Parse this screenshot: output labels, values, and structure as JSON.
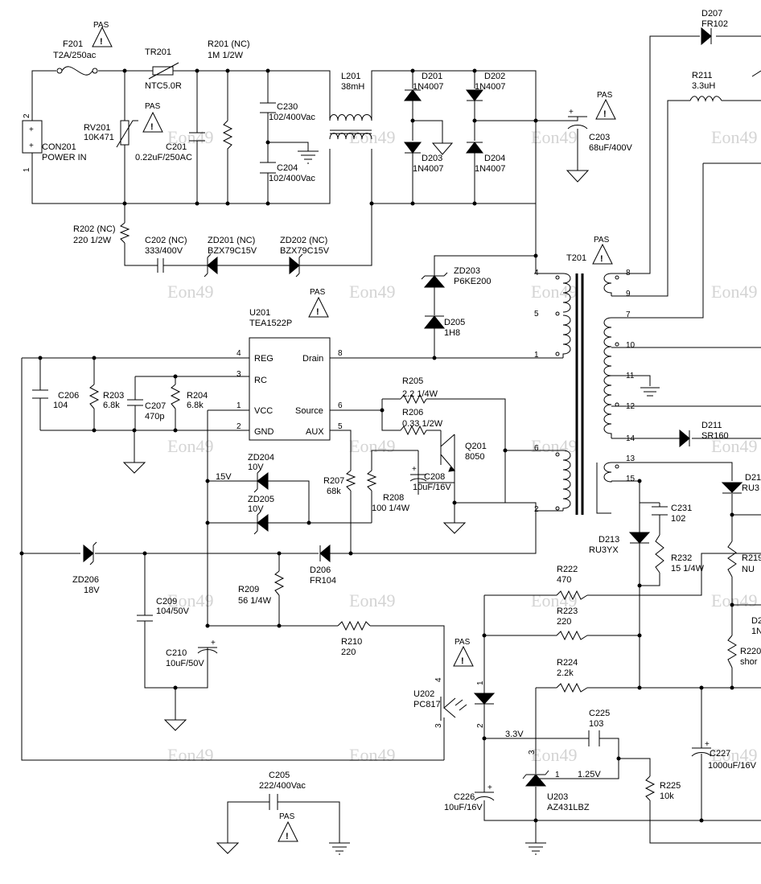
{
  "warning_symbol": "PAS",
  "watermark": "Eon49",
  "watermarks_count_note": "",
  "components": {
    "F201": {
      "ref": "F201",
      "value": "T2A/250ac"
    },
    "TR201": {
      "ref": "TR201",
      "value": "NTC5.0R"
    },
    "R201": {
      "ref": "R201 (NC)",
      "value": "1M 1/2W"
    },
    "RV201": {
      "ref": "RV201",
      "value": "10K471"
    },
    "C201": {
      "ref": "C201",
      "value": "0.22uF/250AC"
    },
    "C230": {
      "ref": "C230",
      "value": "102/400Vac"
    },
    "C204": {
      "ref": "C204",
      "value": "102/400Vac"
    },
    "L201": {
      "ref": "L201",
      "value": "38mH"
    },
    "D201": {
      "ref": "D201",
      "value": "1N4007"
    },
    "D202": {
      "ref": "D202",
      "value": "1N4007"
    },
    "D203": {
      "ref": "D203",
      "value": "1N4007"
    },
    "D204": {
      "ref": "D204",
      "value": "1N4007"
    },
    "C203": {
      "ref": "C203",
      "value": "68uF/400V"
    },
    "CON201": {
      "ref": "CON201",
      "value": "POWER IN"
    },
    "R202": {
      "ref": "R202 (NC)",
      "value": "220 1/2W"
    },
    "C202": {
      "ref": "C202 (NC)",
      "value": "333/400V"
    },
    "ZD201": {
      "ref": "ZD201 (NC)",
      "value": "BZX79C15V"
    },
    "ZD202": {
      "ref": "ZD202 (NC)",
      "value": "BZX79C15V"
    },
    "ZD203": {
      "ref": "ZD203",
      "value": "P6KE200"
    },
    "D205": {
      "ref": "D205",
      "value": "1H8"
    },
    "U201": {
      "ref": "U201",
      "value": "TEA1522P"
    },
    "C206": {
      "ref": "C206",
      "value": "104"
    },
    "R203": {
      "ref": "R203",
      "value": "6.8k"
    },
    "C207": {
      "ref": "C207",
      "value": "470p"
    },
    "R204": {
      "ref": "R204",
      "value": "6.8k"
    },
    "R205": {
      "ref": "R205",
      "value": "2.2 1/4W"
    },
    "R206": {
      "ref": "R206",
      "value": "0.33 1/2W"
    },
    "Q201": {
      "ref": "Q201",
      "value": "8050"
    },
    "C208": {
      "ref": "C208",
      "value": "10uF/16V"
    },
    "R207": {
      "ref": "R207",
      "value": "68k"
    },
    "R208": {
      "ref": "R208",
      "value": "100 1/4W"
    },
    "ZD204": {
      "ref": "ZD204",
      "value": "10V"
    },
    "ZD205": {
      "ref": "ZD205",
      "value": "10V"
    },
    "ZD206": {
      "ref": "ZD206",
      "value": "18V"
    },
    "D206": {
      "ref": "D206",
      "value": "FR104"
    },
    "C209": {
      "ref": "C209",
      "value": "104/50V"
    },
    "R209": {
      "ref": "R209",
      "value": "56 1/4W"
    },
    "C210": {
      "ref": "C210",
      "value": "10uF/50V"
    },
    "R210": {
      "ref": "R210",
      "value": "220"
    },
    "C205": {
      "ref": "C205",
      "value": "222/400Vac"
    },
    "U202": {
      "ref": "U202",
      "value": "PC817"
    },
    "T201": {
      "ref": "T201",
      "value": ""
    },
    "D207": {
      "ref": "D207",
      "value": "FR102"
    },
    "R211": {
      "ref": "R211",
      "value": "3.3uH"
    },
    "D211": {
      "ref": "D211",
      "value": "SR160"
    },
    "D213": {
      "ref": "D213",
      "value": "RU3YX"
    },
    "C231": {
      "ref": "C231",
      "value": "102"
    },
    "R232": {
      "ref": "R232",
      "value": "15 1/4W"
    },
    "R222": {
      "ref": "R222",
      "value": "470"
    },
    "R223": {
      "ref": "R223",
      "value": "220"
    },
    "R224": {
      "ref": "R224",
      "value": "2.2k"
    },
    "C225": {
      "ref": "C225",
      "value": "103"
    },
    "U203": {
      "ref": "U203",
      "value": "AZ431LBZ"
    },
    "C226": {
      "ref": "C226",
      "value": "10uF/16V"
    },
    "R225": {
      "ref": "R225",
      "value": "10k"
    },
    "C227": {
      "ref": "C227",
      "value": "1000uF/16V"
    },
    "D21x": {
      "ref": "D21",
      "value": "RU3"
    },
    "R219": {
      "ref": "R219",
      "value": "NU"
    },
    "D2x": {
      "ref": "D2",
      "value": "1N"
    },
    "R220": {
      "ref": "R220",
      "value": "shor"
    }
  },
  "pins": {
    "u201": {
      "reg": "REG",
      "rc": "RC",
      "vcc": "VCC",
      "gnd": "GND",
      "drain": "Drain",
      "source": "Source",
      "aux": "AUX",
      "n4": "4",
      "n3": "3",
      "n1": "1",
      "n2": "2",
      "n8": "8",
      "n6": "6",
      "n5": "5"
    },
    "con": {
      "p2": "2",
      "p1": "1",
      "plus1": "+",
      "plus2": "+"
    },
    "t201": {
      "p4": "4",
      "p5": "5",
      "p1": "1",
      "p6": "6",
      "p2": "2",
      "p8": "8",
      "p9": "9",
      "p7": "7",
      "p10": "10",
      "p11": "11",
      "p12": "12",
      "p14": "14",
      "p13": "13",
      "p15": "15"
    },
    "u202": {
      "p4": "4",
      "p3": "3",
      "p1": "1",
      "p2": "2"
    },
    "u203": {
      "p3": "3",
      "p1": "1"
    },
    "cap_plus": "+"
  },
  "net_labels": {
    "v15": "15V",
    "v33": "3.3V",
    "v125": "1.25V"
  }
}
